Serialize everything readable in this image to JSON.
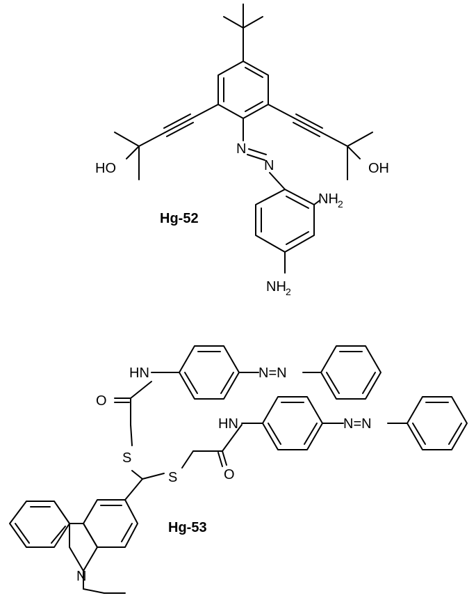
{
  "compounds": [
    {
      "id": "Hg-52",
      "atoms": {
        "ho_left": "HO",
        "oh_right": "OH",
        "n_upper": "N",
        "n_lower": "N",
        "nh2_ortho_base": "NH",
        "nh2_ortho_sub": "2",
        "nh2_para_base": "NH",
        "nh2_para_sub": "2"
      }
    },
    {
      "id": "Hg-53",
      "atoms": {
        "hn_1": "HN",
        "hn_2": "HN",
        "o_1": "O",
        "o_2": "O",
        "s_1": "S",
        "s_2": "S",
        "azo_1": "N=N",
        "azo_2": "N=N",
        "n_carbazole": "N"
      }
    }
  ]
}
